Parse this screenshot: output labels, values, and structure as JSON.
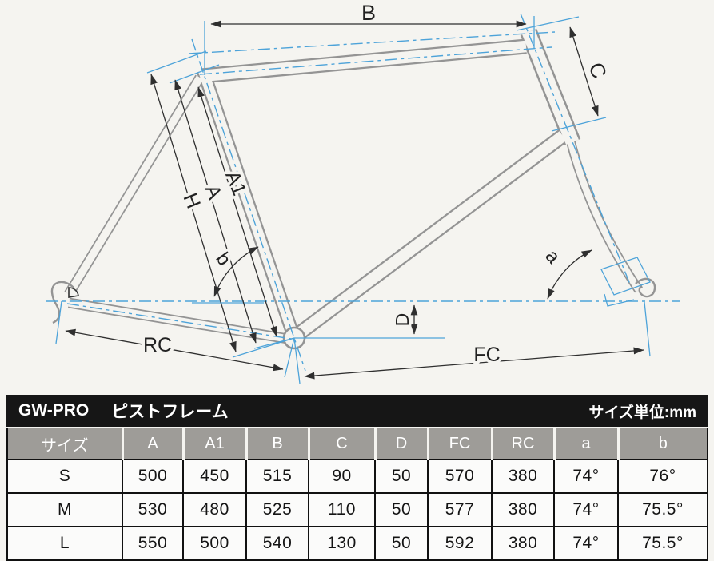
{
  "diagram": {
    "labels": {
      "top_tube": "B",
      "head_tube": "C",
      "seat_h": "H",
      "seat_a": "A",
      "seat_a1": "A1",
      "seat_angle": "b",
      "head_angle": "a",
      "bb_drop": "D",
      "rear_center": "RC",
      "front_center": "FC"
    }
  },
  "table": {
    "brand": "GW-PRO",
    "product": "ピストフレーム",
    "unit_label": "サイズ単位:mm",
    "headers": [
      "サイズ",
      "A",
      "A1",
      "B",
      "C",
      "D",
      "FC",
      "RC",
      "a",
      "b"
    ],
    "rows": [
      {
        "size": "S",
        "A": "500",
        "A1": "450",
        "B": "515",
        "C": "90",
        "D": "50",
        "FC": "570",
        "RC": "380",
        "a": "74°",
        "b": "76°"
      },
      {
        "size": "M",
        "A": "530",
        "A1": "480",
        "B": "525",
        "C": "110",
        "D": "50",
        "FC": "577",
        "RC": "380",
        "a": "74°",
        "b": "75.5°"
      },
      {
        "size": "L",
        "A": "550",
        "A1": "500",
        "B": "540",
        "C": "130",
        "D": "50",
        "FC": "592",
        "RC": "380",
        "a": "74°",
        "b": "75.5°"
      }
    ]
  },
  "colors": {
    "page_bg": "#f5f4f0",
    "accent_centerline": "#4da3d9",
    "frame_outline": "#949494",
    "dimension_line": "#2f2f2f",
    "title_bar_bg": "#161616",
    "header_bg": "#9e9c98"
  }
}
